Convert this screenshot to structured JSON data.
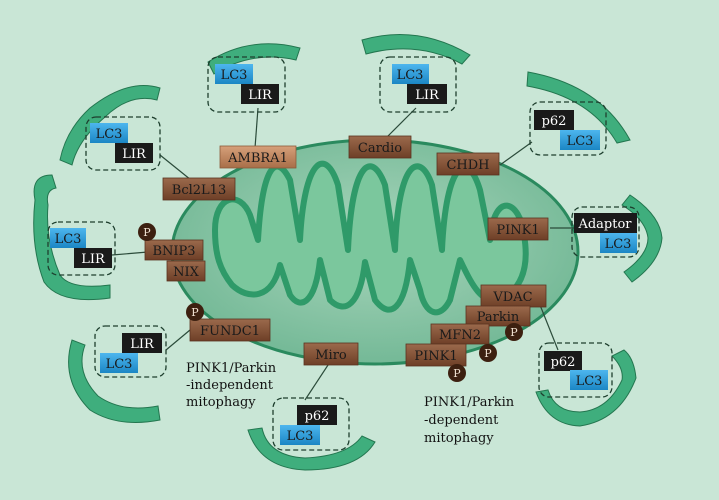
{
  "colors": {
    "background": "#c9e6d6",
    "mito_fill": "#8cc4a8",
    "membrane_green": "#3aa778",
    "receptor_brown": "#7b4b32",
    "lc3_blue": "#2a9ad8",
    "lir_black": "#1a1a1a",
    "phospho": "#3d2010"
  },
  "labels": {
    "lc3": "LC3",
    "lir": "LIR",
    "p62": "p62",
    "adaptor": "Adaptor",
    "p": "P"
  },
  "receptors": {
    "ambra1": "AMBRA1",
    "cardio": "Cardio",
    "chdh": "CHDH",
    "bcl2l13": "Bcl2L13",
    "bnip3": "BNIP3",
    "nix": "NIX",
    "pink1_right": "PINK1",
    "fundc1": "FUNDC1",
    "miro": "Miro",
    "vdac": "VDAC",
    "parkin": "Parkin",
    "mfn2": "MFN2",
    "pink1_bottom": "PINK1"
  },
  "captions": {
    "independent": [
      "PINK1/Parkin",
      "-independent",
      "mitophagy"
    ],
    "dependent": [
      "PINK1/Parkin",
      "-dependent",
      "mitophagy"
    ]
  }
}
